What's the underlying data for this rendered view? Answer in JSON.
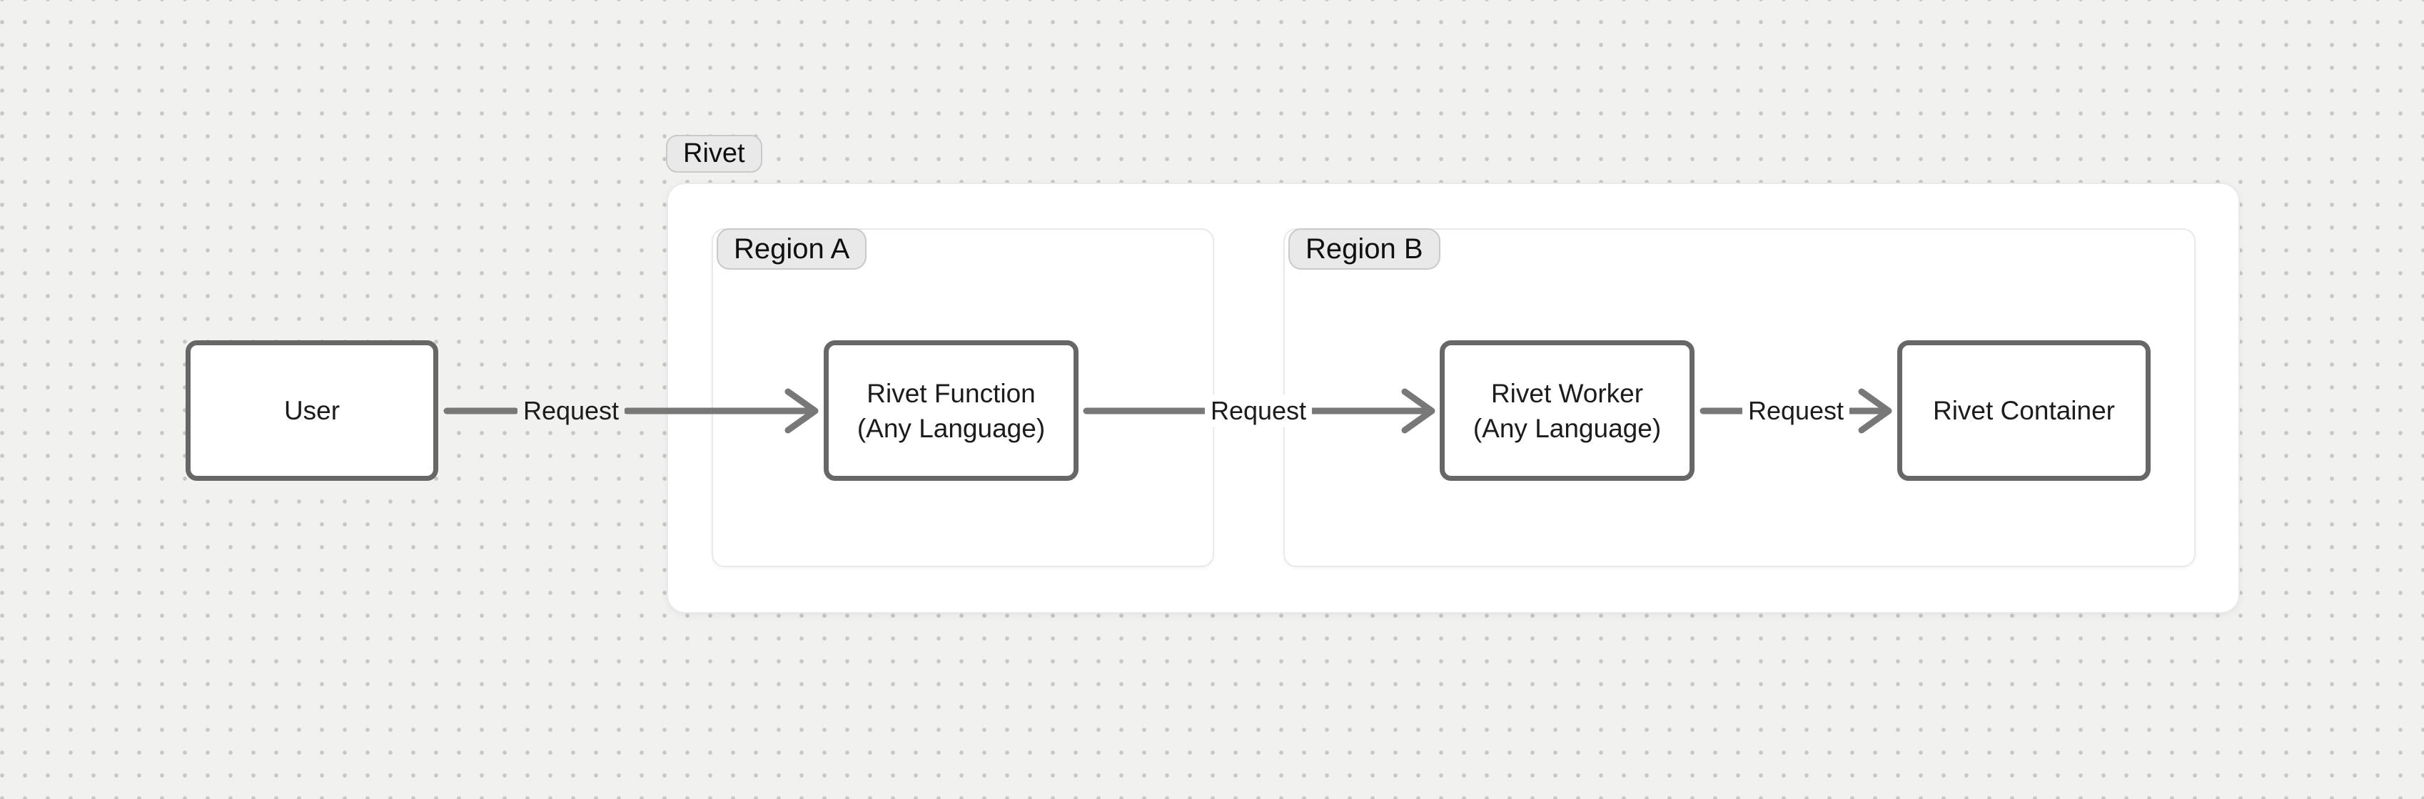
{
  "diagram": {
    "outer_group": {
      "label": "Rivet"
    },
    "regions": [
      {
        "label": "Region A"
      },
      {
        "label": "Region B"
      }
    ],
    "nodes": [
      {
        "id": "user",
        "label": "User"
      },
      {
        "id": "rivet-function",
        "label": "Rivet Function",
        "sublabel": "(Any Language)"
      },
      {
        "id": "rivet-worker",
        "label": "Rivet Worker",
        "sublabel": "(Any Language)"
      },
      {
        "id": "rivet-container",
        "label": "Rivet Container"
      }
    ],
    "edges": [
      {
        "from": "user",
        "to": "rivet-function",
        "label": "Request"
      },
      {
        "from": "rivet-function",
        "to": "rivet-worker",
        "label": "Request"
      },
      {
        "from": "rivet-worker",
        "to": "rivet-container",
        "label": "Request"
      }
    ],
    "colors": {
      "background": "#f1f1ef",
      "dot": "#c7c7c7",
      "node_border": "#676767",
      "edge": "#787878",
      "pill_bg": "#e9e9e9",
      "pill_border": "#c9c9c9",
      "container_border": "#e9e9e9",
      "text": "#1c1c1c"
    }
  }
}
